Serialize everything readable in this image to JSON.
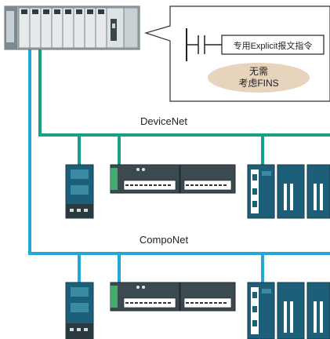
{
  "callout": {
    "instruction_label": "专用Explicit报文指令",
    "note_line1": "无需",
    "note_line2": "考虑FINS"
  },
  "networks": {
    "upper": {
      "label": "DeviceNet",
      "color": "#1aa08a"
    },
    "lower": {
      "label": "CompoNet",
      "color": "#22a7d6"
    }
  },
  "colors": {
    "plc_body": "#8e9aa0",
    "slave_dark": "#3a4a50",
    "slave_teal": "#1d5f78",
    "note_fill": "#e8d3bc"
  }
}
